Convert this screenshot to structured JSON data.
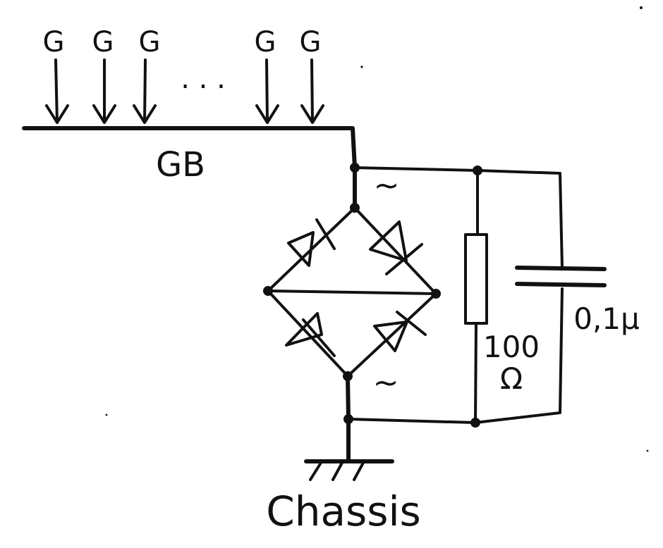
{
  "signals": {
    "labels": [
      "G",
      "G",
      "G",
      "G",
      "G"
    ],
    "ellipsis": ". . ."
  },
  "bus": {
    "label": "GB"
  },
  "bridge": {
    "ac_top": "~",
    "ac_bottom": "~"
  },
  "resistor": {
    "value": "100",
    "unit": "Ω"
  },
  "capacitor": {
    "value": "0,1μ"
  },
  "ground": {
    "label": "Chassis"
  },
  "colors": {
    "ink": "#111111",
    "paper": "#ffffff"
  }
}
